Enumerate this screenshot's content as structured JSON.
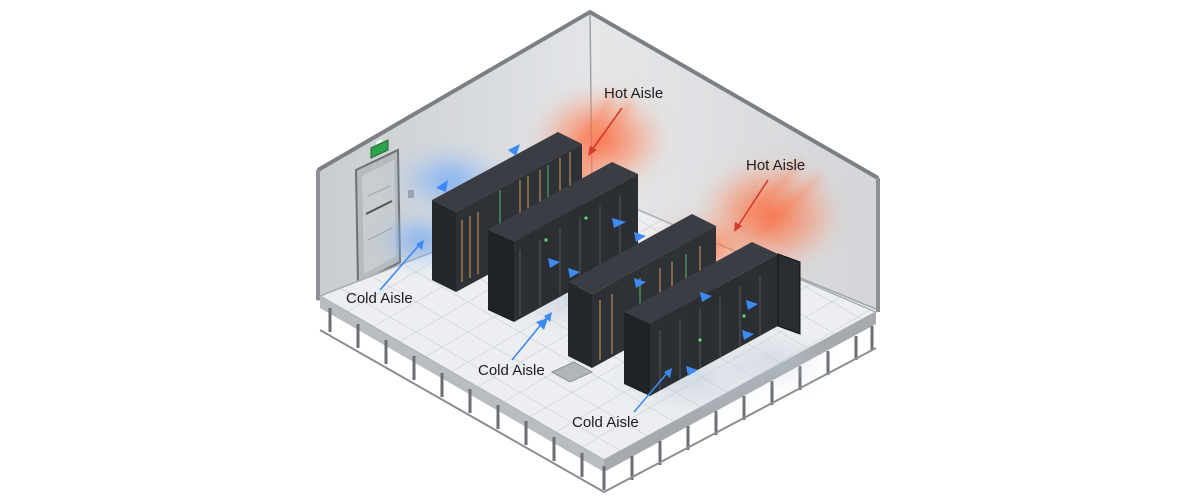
{
  "labels": {
    "hot_aisle_1": "Hot Aisle",
    "hot_aisle_2": "Hot Aisle",
    "cold_aisle_1": "Cold Aisle",
    "cold_aisle_2": "Cold Aisle",
    "cold_aisle_3": "Cold Aisle"
  },
  "icons": {
    "exit_sign": "exit-sign-icon",
    "airflow_cold": "blue-arrow",
    "airflow_hot": "red-heat-plume"
  },
  "colors": {
    "cold_air": "#3d8bf2",
    "hot_air": "#f04a2a",
    "rack": "#2a2d31",
    "exit_sign": "#2fa34a",
    "floor": "#e9ecef",
    "wall": "#d9dbde"
  }
}
